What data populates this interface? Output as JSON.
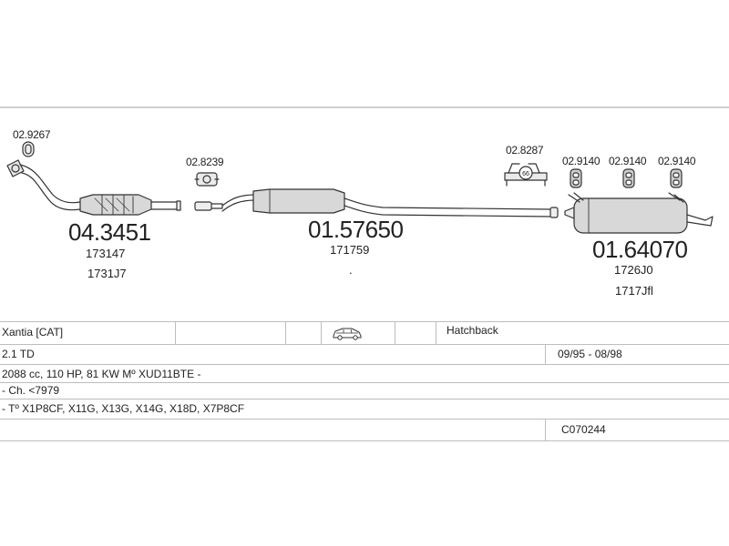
{
  "parts": {
    "left_clamp_code": "02.9267",
    "front_pipe_number": "04.3451",
    "front_pipe_ref1": "173147",
    "front_pipe_ref2": "1731J7",
    "clamp_mid_code": "02.8239",
    "middle_number": "01.57650",
    "middle_ref1": "171759",
    "clamp_rear_code": "02.8287",
    "hanger_code_1": "02.9140",
    "hanger_code_2": "02.9140",
    "hanger_code_3": "02.9140",
    "rear_number": "01.64070",
    "rear_ref1": "1726J0",
    "rear_ref2": "1717Jfl",
    "dot_mark": "."
  },
  "table": {
    "model": "Xantia  [CAT]",
    "body_type": "Hatchback",
    "engine": "2.1 TD",
    "years": "09/95 - 08/98",
    "spec": "2088 cc, 110 HP, 81 KW Mº XUD11BTE -",
    "chassis": "- Ch. <7979",
    "type_codes": "- Tº X1P8CF, X11G, X13G, X14G, X18D, X7P8CF",
    "code": "C070244"
  },
  "icons": {
    "car": "car-hatchback-icon",
    "clamp_marker": "66"
  },
  "colors": {
    "line": "#333333",
    "fill": "#d8d8d8",
    "rule": "#cfcfcf"
  }
}
